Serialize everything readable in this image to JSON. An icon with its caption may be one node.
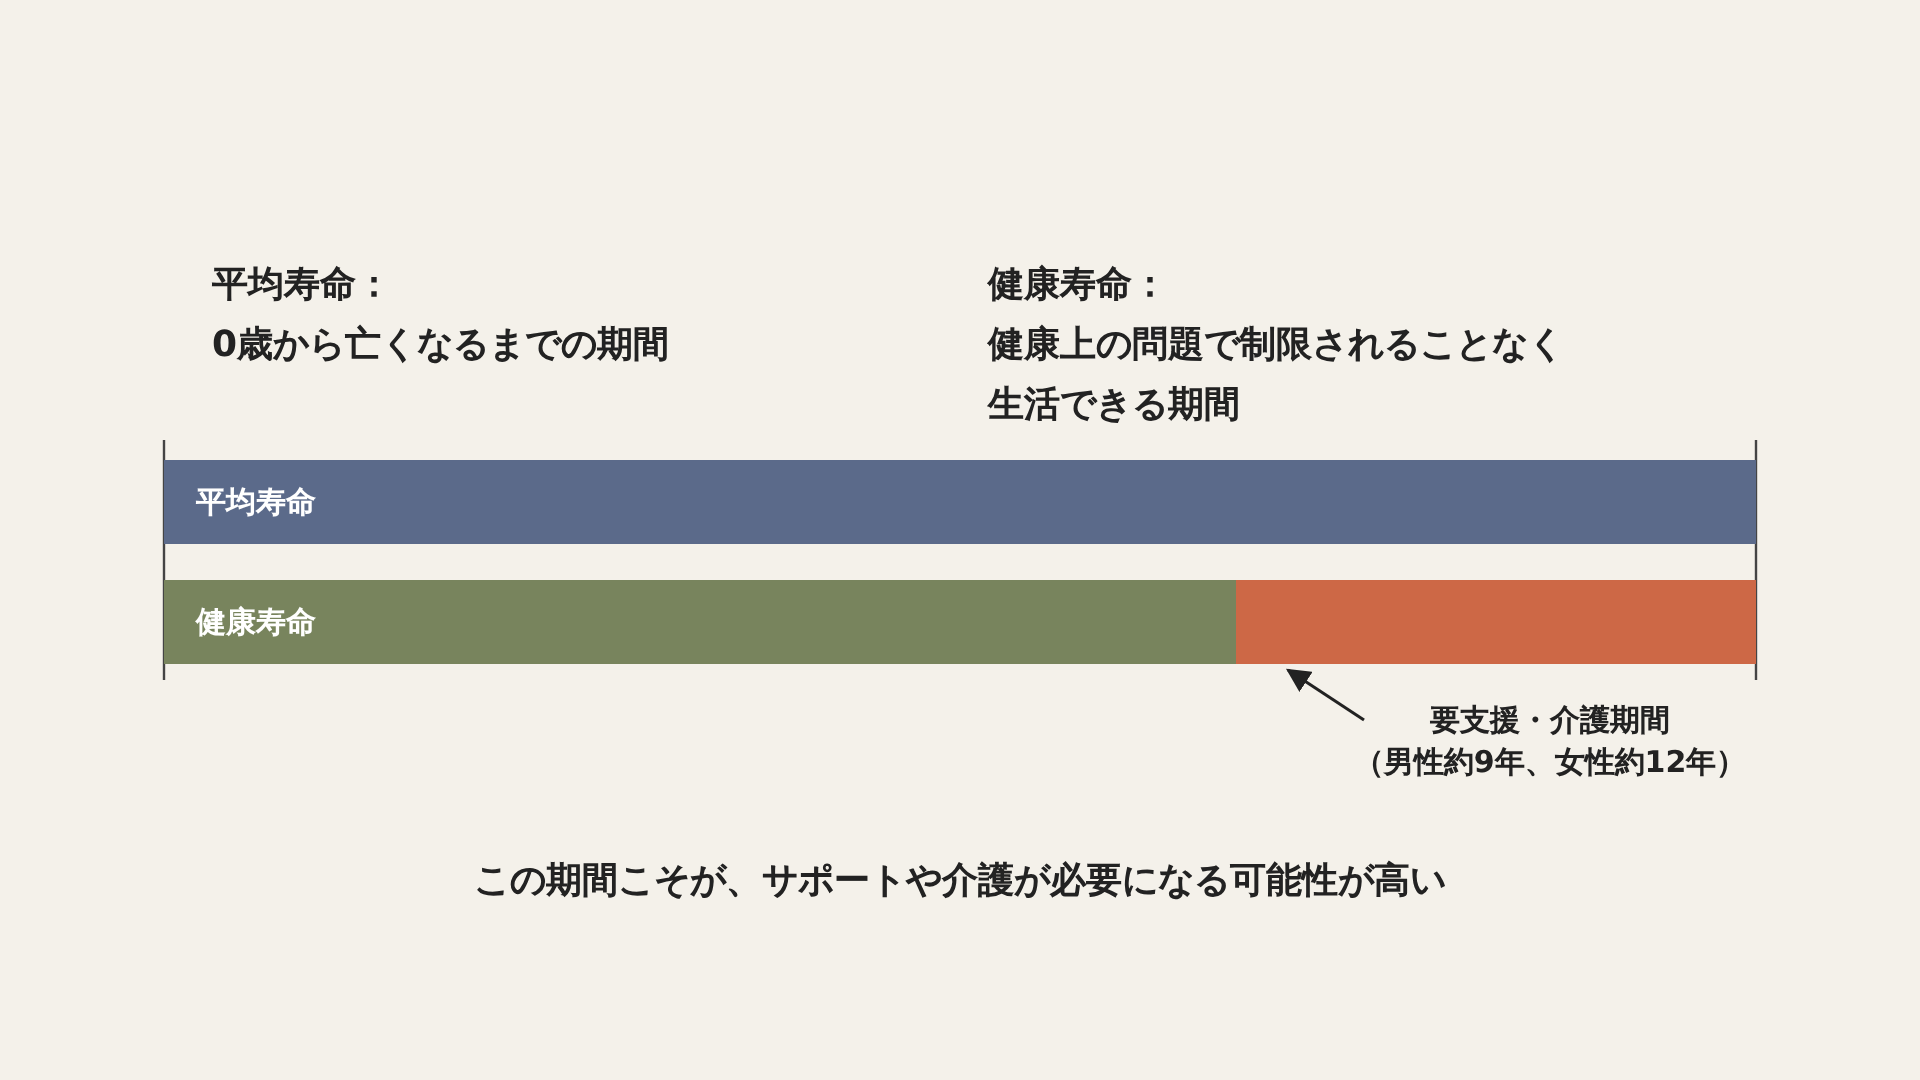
{
  "diagram": {
    "caption": "この期間こそが、サポートや介護が必要になる可能性が高い",
    "nodes": [
      {
        "text": [
          "平均寿命"
        ]
      },
      {
        "text": [
          "健康寿命"
        ]
      },
      {
        "text": [],
        "shape": "bar"
      },
      {
        "text": [
          "要支援・介護期間",
          "（男性約9年、女性約12年）"
        ]
      }
    ],
    "edges": [
      {
        "from": 3,
        "to": 2,
        "arrow": "to"
      }
    ],
    "labels": [
      "平均寿命：",
      "0歳から亡くなるまでの期間",
      "健康寿命：",
      "健康上の問題で制限されることなく生活できる期間"
    ]
  }
}
